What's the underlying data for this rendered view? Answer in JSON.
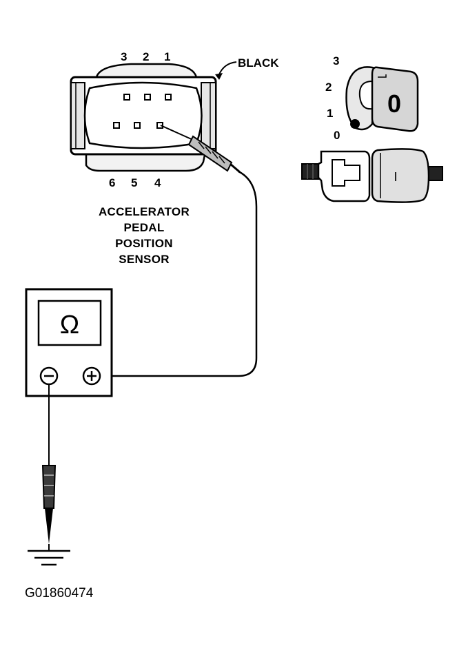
{
  "connector": {
    "pins_top": [
      "3",
      "2",
      "1"
    ],
    "pins_bottom": [
      "6",
      "5",
      "4"
    ],
    "color_label": "BLACK"
  },
  "sensor_label": [
    "ACCELERATOR",
    "PEDAL",
    "POSITION",
    "SENSOR"
  ],
  "ignition": {
    "positions": [
      "3",
      "2",
      "1",
      "0"
    ],
    "key_symbol": "0",
    "switch_symbol": "I"
  },
  "meter": {
    "display_symbol": "Ω",
    "negative_symbol": "−",
    "positive_symbol": "+"
  },
  "figure_code": "G01860474",
  "colors": {
    "line": "#000000",
    "paper": "#ffffff",
    "shade": "#d9d9d9"
  }
}
